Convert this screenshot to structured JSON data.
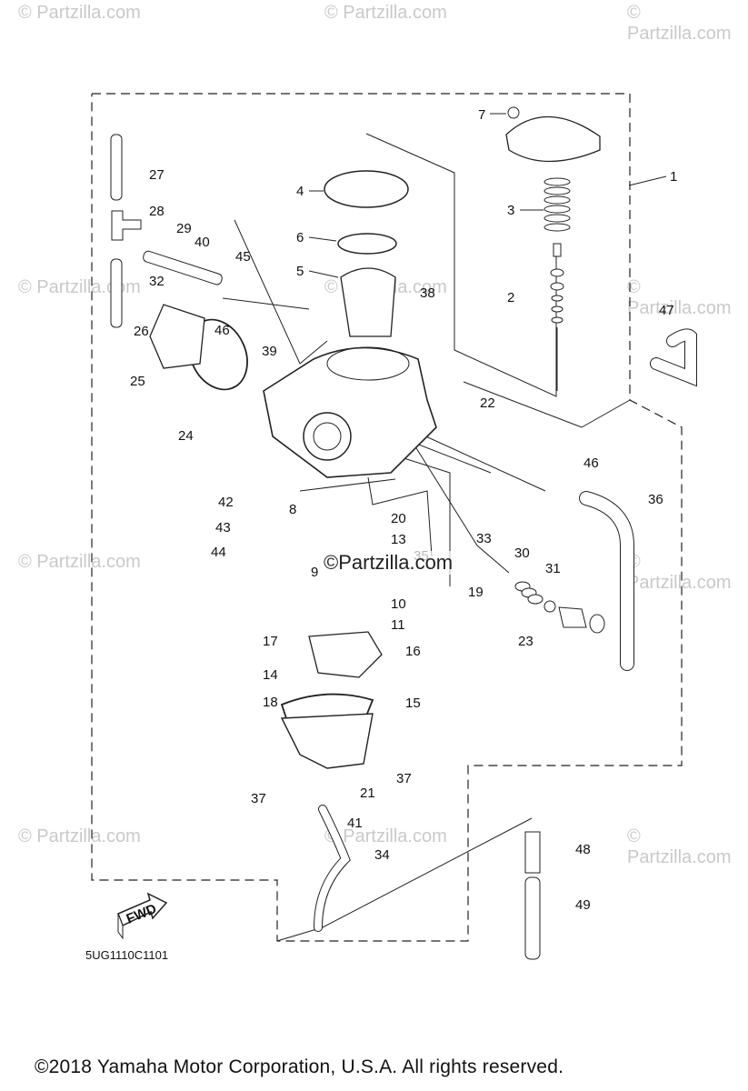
{
  "watermarks": {
    "top": [
      "© Partzilla.com",
      "© Partzilla.com",
      "© Partzilla.com"
    ],
    "row2": [
      "© Partzilla.com",
      "© Partzilla.com",
      "© Partzilla.com"
    ],
    "row3": [
      "© Partzilla.com",
      "© Partzilla.com"
    ],
    "row4": [
      "© Partzilla.com",
      "© Partzilla.com",
      "© Partzilla.com"
    ],
    "center": "©Partzilla.com"
  },
  "callouts": [
    "1",
    "2",
    "3",
    "4",
    "5",
    "6",
    "7",
    "8",
    "9",
    "10",
    "11",
    "13",
    "14",
    "15",
    "16",
    "17",
    "18",
    "19",
    "20",
    "21",
    "22",
    "23",
    "24",
    "25",
    "26",
    "27",
    "28",
    "29",
    "30",
    "31",
    "32",
    "33",
    "34",
    "35",
    "36",
    "37",
    "37",
    "38",
    "39",
    "40",
    "41",
    "42",
    "43",
    "44",
    "45",
    "46",
    "46",
    "47",
    "48",
    "49"
  ],
  "fwd_label": "FWD",
  "diagram_code": "5UG1110C1101",
  "copyright": "©2018  Yamaha Motor Corporation, U.S.A. All rights reserved."
}
